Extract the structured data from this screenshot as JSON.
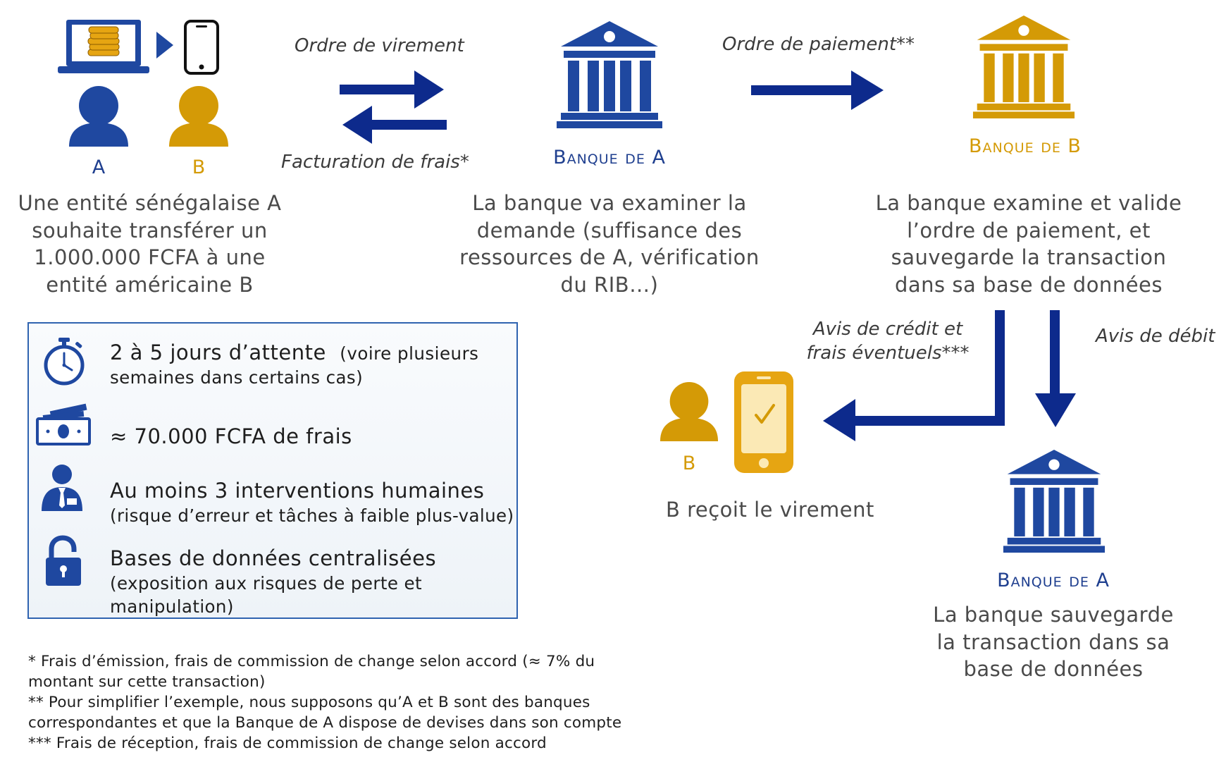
{
  "colors": {
    "navy": "#0d2a8c",
    "bank_blue": "#1f48a0",
    "gold": "#d49a06",
    "box_border": "#2f63b0"
  },
  "left": {
    "person_a": "A",
    "person_b": "B",
    "desc": [
      "Une entité sénégalaise A",
      "souhaite transférer un",
      "1.000.000 FCFA à une",
      "entité américaine B"
    ]
  },
  "arrows": {
    "ordre_virement": "Ordre de virement",
    "facturation": "Facturation de frais*",
    "ordre_paiement": "Ordre de paiement**",
    "avis_credit": [
      "Avis de crédit et",
      "frais éventuels***"
    ],
    "avis_debit": "Avis de débit"
  },
  "bank_a_top": {
    "name": "Banque de A",
    "desc": [
      "La banque va examiner la",
      "demande (suffisance des",
      "ressources de A, vérification",
      "du RIB…)"
    ]
  },
  "bank_b": {
    "name": "Banque de B",
    "desc": [
      "La banque examine et valide",
      "l’ordre de paiement, et",
      "sauvegarde la transaction",
      "dans sa base de données"
    ]
  },
  "receiver": {
    "letter": "B",
    "desc": "B reçoit le virement"
  },
  "bank_a_bottom": {
    "name": "Banque de A",
    "desc": [
      "La banque sauvegarde",
      "la transaction dans sa",
      "base de données"
    ]
  },
  "summary": {
    "wait_main": "2 à 5 jours d’attente",
    "wait_note": "(voire plusieurs",
    "wait_note2": "semaines dans certains cas)",
    "fees": "≈ 70.000 FCFA de frais",
    "human_main": "Au moins 3 interventions humaines",
    "human_note": "(risque d’erreur et tâches à faible plus-value)",
    "db_main": "Bases de données centralisées",
    "db_note": "(exposition aux risques de perte et",
    "db_note2": "manipulation)"
  },
  "footnotes": [
    "* Frais d’émission, frais de commission de change selon accord (≈ 7% du",
    "montant sur cette transaction)",
    "** Pour simplifier l’exemple, nous supposons qu’A et B sont des banques",
    "correspondantes et que la Banque de A dispose de devises dans son compte",
    "*** Frais de réception, frais de commission de change selon accord"
  ],
  "icons": [
    "laptop-coins-icon",
    "play-arrow-icon",
    "smartphone-icon",
    "person-icon",
    "bank-icon",
    "stopwatch-icon",
    "banknote-icon",
    "businessman-icon",
    "unlocked-padlock-icon",
    "smartphone-check-icon"
  ]
}
